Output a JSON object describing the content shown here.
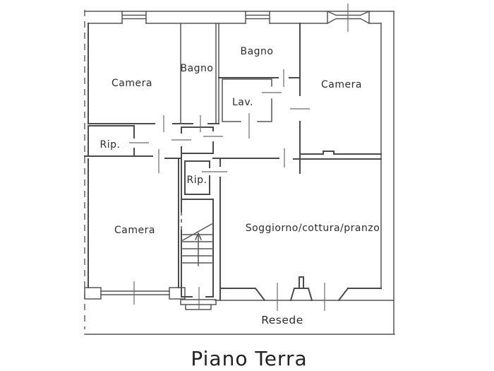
{
  "title": {
    "text": "Piano Terra"
  },
  "plan": {
    "rooms": [
      {
        "id": "camera-tl",
        "label": "Camera"
      },
      {
        "id": "bagno-1",
        "label": "Bagno"
      },
      {
        "id": "bagno-2",
        "label": "Bagno"
      },
      {
        "id": "lav",
        "label": "Lav."
      },
      {
        "id": "camera-tr",
        "label": "Camera"
      },
      {
        "id": "rip-1",
        "label": "Rip."
      },
      {
        "id": "rip-2",
        "label": "Rip."
      },
      {
        "id": "camera-bl",
        "label": "Camera"
      },
      {
        "id": "soggiorno",
        "label": "Soggiorno/cottura/pranzo"
      }
    ],
    "outdoor_label": "Resede"
  },
  "colors": {
    "line": "#4a4a4a",
    "text": "#2b2b2b",
    "background": "#ffffff"
  }
}
